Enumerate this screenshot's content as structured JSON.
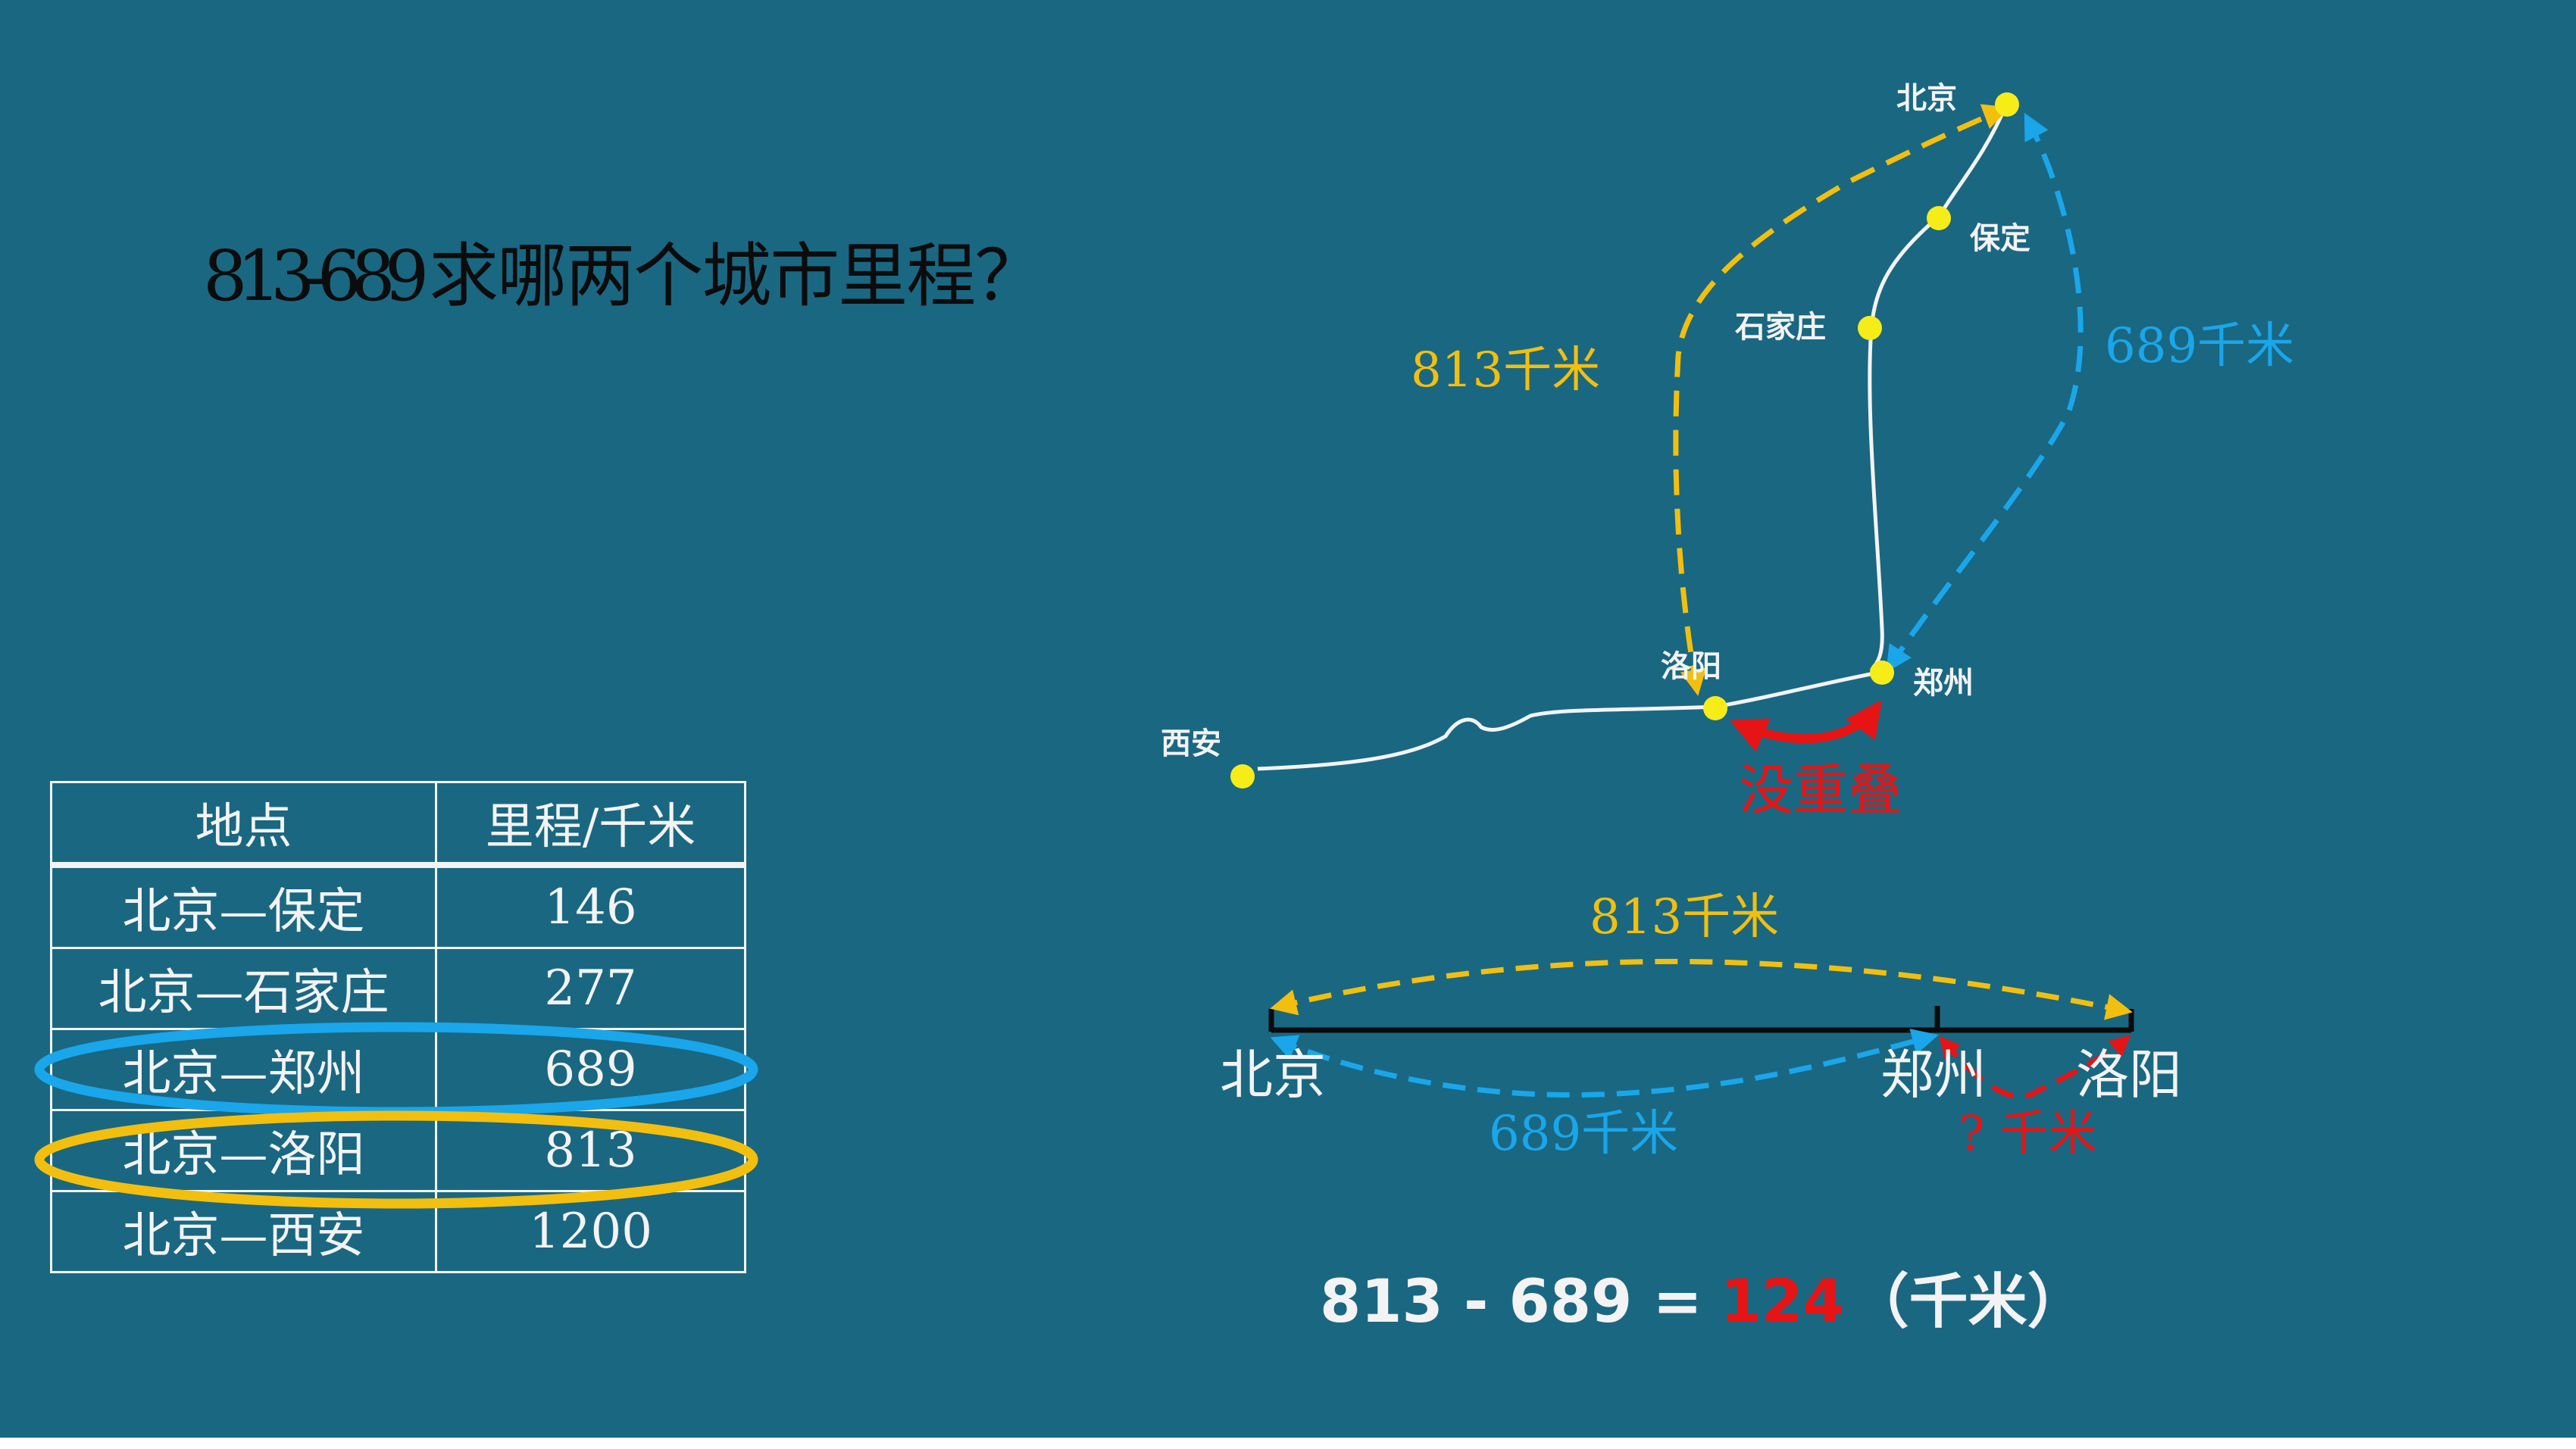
{
  "question": {
    "numbers": "813-689",
    "text": "求哪两个城市里程？"
  },
  "table": {
    "headers": [
      "地点",
      "里程/千米"
    ],
    "rows": [
      {
        "route": "北京—保定",
        "mileage": "146"
      },
      {
        "route": "北京—石家庄",
        "mileage": "277"
      },
      {
        "route": "北京—郑州",
        "mileage": "689"
      },
      {
        "route": "北京—洛阳",
        "mileage": "813"
      },
      {
        "route": "北京—西安",
        "mileage": "1200"
      }
    ]
  },
  "map": {
    "cities": {
      "beijing": "北京",
      "baoding": "保定",
      "shijiazhuang": "石家庄",
      "zhengzhou": "郑州",
      "luoyang": "洛阳",
      "xian": "西安"
    },
    "yellow_route_label": "813千米",
    "blue_route_label": "689千米",
    "no_overlap_label": "没重叠"
  },
  "segment": {
    "start": "北京",
    "middle": "郑州",
    "end": "洛阳",
    "total_label": "813千米",
    "part_label": "689千米",
    "unknown_label": "? 千米"
  },
  "equation": {
    "left": "813 - 689 =",
    "result": "124",
    "unit": "（千米）"
  },
  "colors": {
    "background": "#1a6782",
    "yellow": "#f2bf0f",
    "blue": "#1aa6ea",
    "red": "#e61414",
    "white": "#f3f3f3",
    "city_dot": "#f6ec18"
  }
}
